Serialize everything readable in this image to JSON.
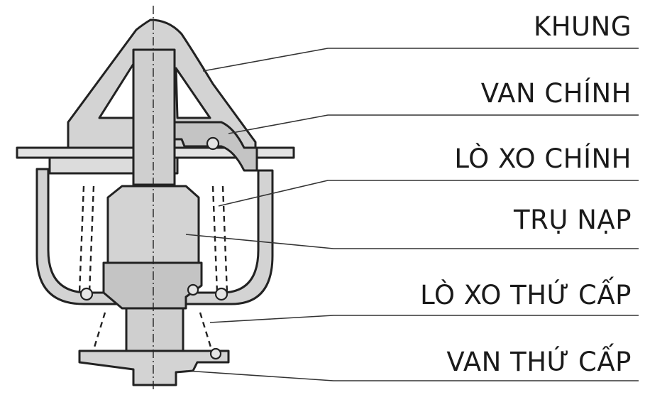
{
  "labels": [
    {
      "id": "khung",
      "text": "KHUNG"
    },
    {
      "id": "van-chinh",
      "text": "VAN CHÍNH"
    },
    {
      "id": "lo-xo-chinh",
      "text": "LÒ XO CHÍNH"
    },
    {
      "id": "tru-nap",
      "text": "TRỤ NẠP"
    },
    {
      "id": "lo-xo-thu-cap",
      "text": "LÒ XO THỨ CẤP"
    },
    {
      "id": "van-thu-cap",
      "text": "VAN THỨ CẤP"
    }
  ]
}
